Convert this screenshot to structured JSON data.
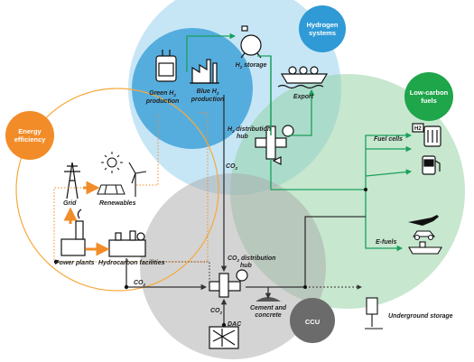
{
  "colors": {
    "hydrogen_fill": "#5bb8e6",
    "hydrogen_inner": "#2f9ad6",
    "lowcarbon_fill": "#8fcf9f",
    "lowcarbon_badge": "#1fa54a",
    "energy_ring": "#f7a93b",
    "energy_badge": "#f28c28",
    "ccu_fill": "#a9a9a9",
    "ccu_badge": "#6b6b6b",
    "arrow_green": "#1aa05a",
    "arrow_orange": "#f28c28",
    "arrow_dark": "#333333"
  },
  "badges": {
    "hydrogen": [
      "Hydrogen",
      "systems"
    ],
    "lowcarbon": [
      "Low-carbon",
      "fuels"
    ],
    "energy": [
      "Energy",
      "efficiency"
    ],
    "ccu": "CCU"
  },
  "labels": {
    "green_h2": [
      "Green H",
      "2",
      "production"
    ],
    "blue_h2": [
      "Blue H",
      "2",
      "production"
    ],
    "h2_storage": [
      "H",
      "2",
      " storage"
    ],
    "export": "Export",
    "h2_hub": [
      "H",
      "2",
      " distribution",
      "hub"
    ],
    "co2_upper": [
      "CO",
      "2"
    ],
    "fuel_cells": "Fuel cells",
    "e_fuels": "E-fuels",
    "grid": "Grid",
    "renewables": "Renewables",
    "power_plants": "Power plants",
    "hydrocarbon": "Hydrocarbon facilities",
    "co2_left": [
      "CO",
      "2"
    ],
    "co2_hub": [
      "CO",
      "2",
      " distribution",
      "hub"
    ],
    "co2_dac": [
      "CO",
      "2"
    ],
    "dac": "DAC",
    "cement": [
      "Cement and",
      "concrete"
    ],
    "underground": "Underground storage"
  },
  "icons": {
    "h2_tank_text": "H2"
  }
}
